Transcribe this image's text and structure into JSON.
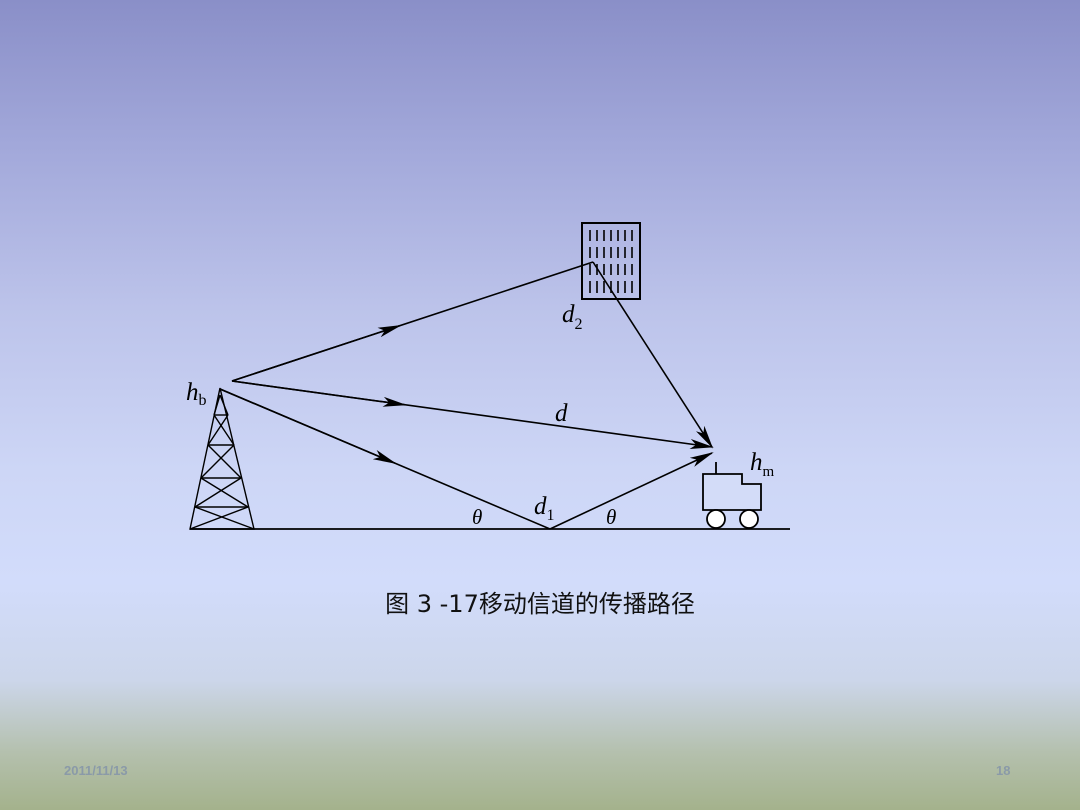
{
  "diagram": {
    "labels": {
      "hb": "h",
      "hb_sub": "b",
      "hm": "h",
      "hm_sub": "m",
      "d": "d",
      "d1": "d",
      "d1_sub": "1",
      "d2": "d",
      "d2_sub": "2",
      "theta_left": "θ",
      "theta_right": "θ"
    }
  },
  "caption": "图 3 -17移动信道的传播路径",
  "footer": {
    "date": "2011/11/13",
    "page": "18"
  }
}
